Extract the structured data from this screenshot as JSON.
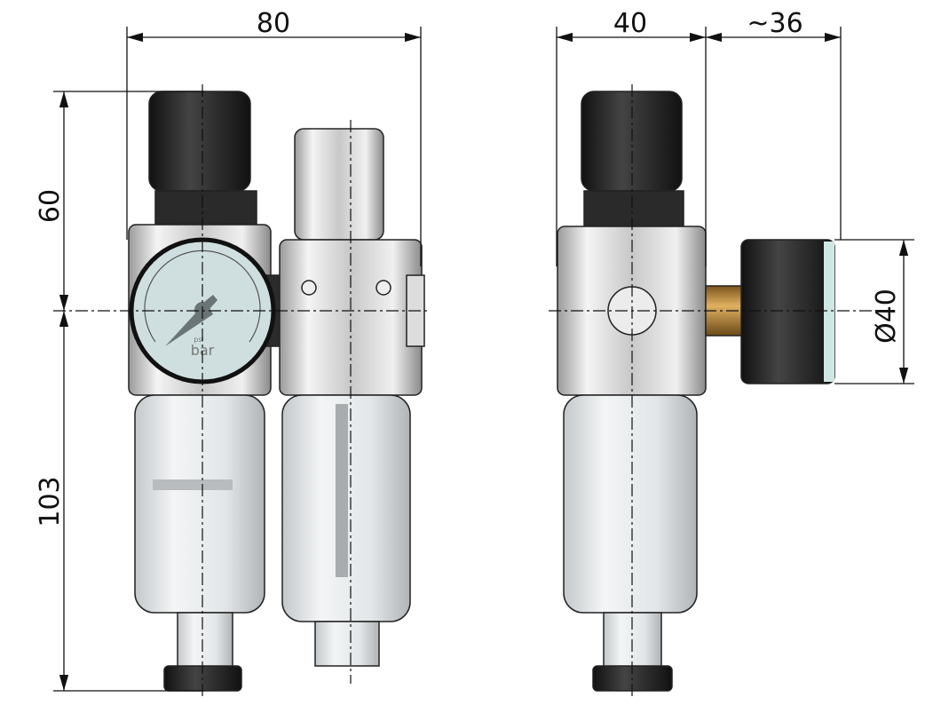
{
  "dimensions": {
    "width_total": "80",
    "depth_body": "40",
    "depth_gauge": "~36",
    "height_top": "60",
    "height_bottom": "103",
    "gauge_diameter": "Ø40"
  },
  "gauge": {
    "unit_primary": "bar",
    "unit_secondary": "psi"
  },
  "colors": {
    "knob": "#1e1e1e",
    "body": "#d8d8d8",
    "bowl": "#e6eaec",
    "gauge_face": "#cfdfe0",
    "brass": "#b98a3a"
  }
}
